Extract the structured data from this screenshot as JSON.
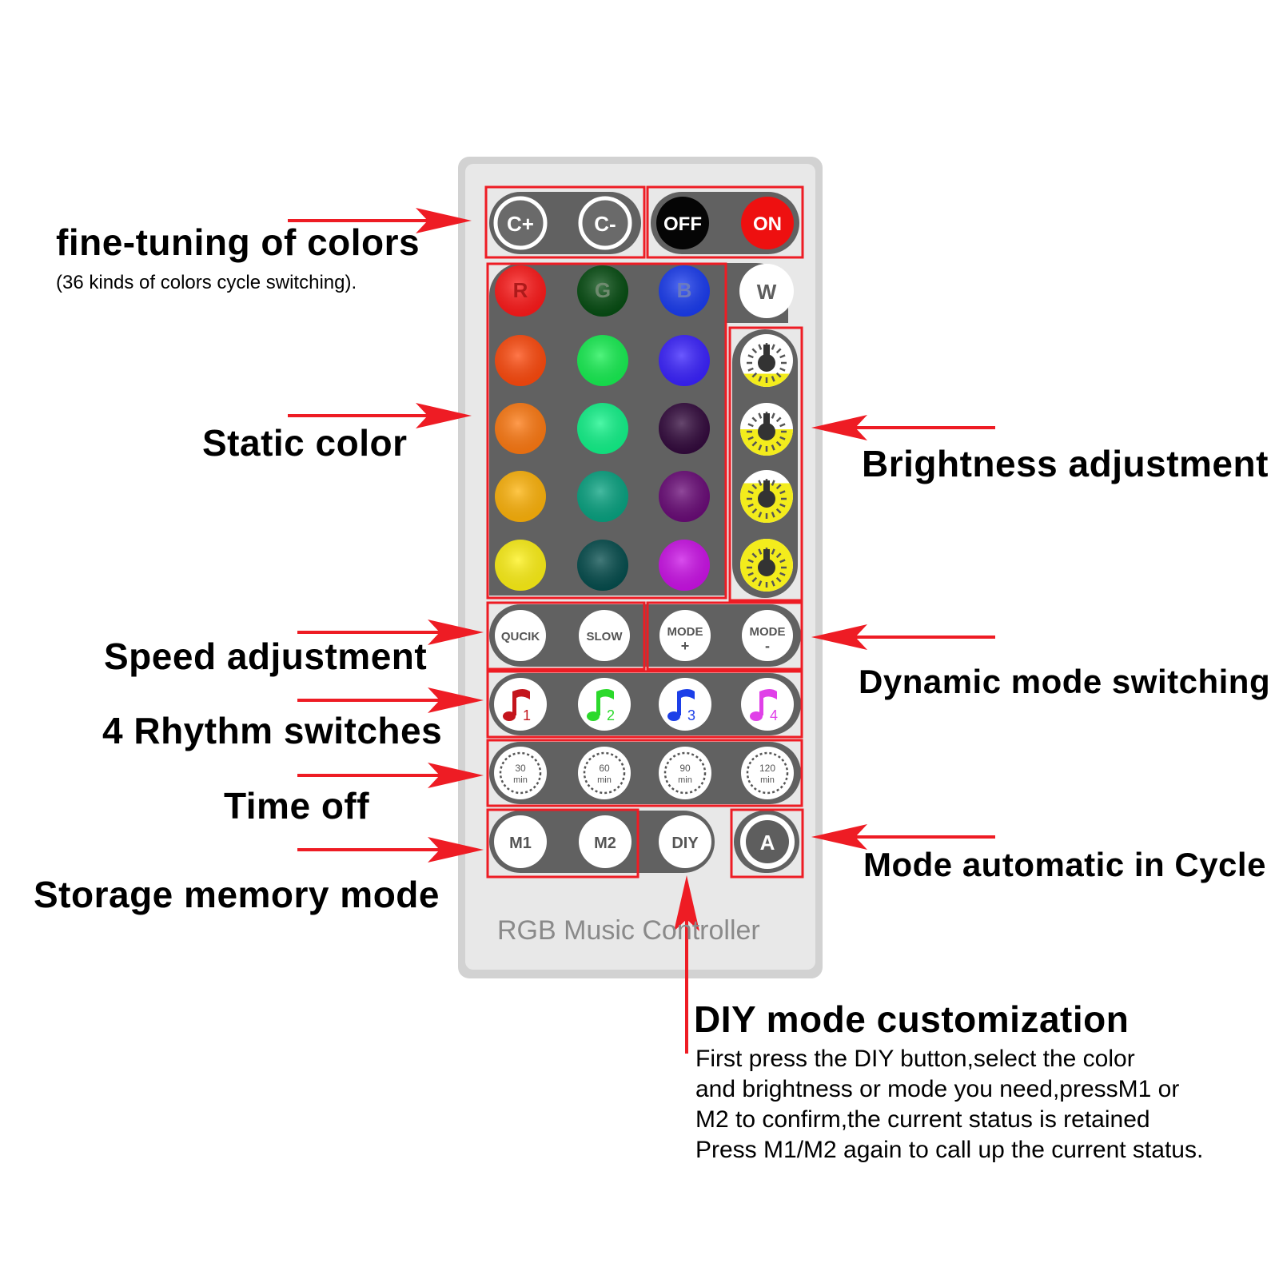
{
  "remote": {
    "brand": "RGB Music Controller",
    "color_plus": "C+",
    "color_minus": "C-",
    "off": "OFF",
    "on": "ON",
    "red": "R",
    "green": "G",
    "blue": "B",
    "white": "W",
    "quick": "QUCIK",
    "slow": "SLOW",
    "mode_plus_top": "MODE",
    "mode_plus_bottom": "+",
    "mode_minus_top": "MODE",
    "mode_minus_bottom": "-",
    "rhythm": [
      "1",
      "2",
      "3",
      "4"
    ],
    "rhythm_colors": [
      "#c4151c",
      "#2bd92b",
      "#1c3fe8",
      "#e040e8"
    ],
    "timers": [
      {
        "value": "30",
        "unit": "min"
      },
      {
        "value": "60",
        "unit": "min"
      },
      {
        "value": "90",
        "unit": "min"
      },
      {
        "value": "120",
        "unit": "min"
      }
    ],
    "m1": "M1",
    "m2": "M2",
    "diy": "DIY",
    "auto": "A",
    "static_colors": [
      [
        "#ff1a1a",
        "#064d12",
        "#1a3cf0"
      ],
      [
        "#ff4a0d",
        "#17f052",
        "#3a22ff"
      ],
      [
        "#ff7a12",
        "#12f58a",
        "#330a3d"
      ],
      [
        "#ffb40a",
        "#08a381",
        "#6a0b78"
      ],
      [
        "#fff215",
        "#054d4d",
        "#cc12e8"
      ]
    ],
    "brightness_levels": [
      0.25,
      0.5,
      0.75,
      1.0
    ]
  },
  "labels": {
    "fine_tuning": "fine-tuning of colors",
    "fine_tuning_note": "(36 kinds of colors cycle switching).",
    "static_color": "Static color",
    "brightness": "Brightness adjustment",
    "speed": "Speed adjustment",
    "dynamic": "Dynamic mode switching",
    "rhythm": "4 Rhythm switches",
    "time_off": "Time off",
    "auto_cycle": "Mode automatic in Cycle",
    "storage": "Storage memory mode",
    "diy_title": "DIY mode customization",
    "diy_lines": [
      "First press the DIY button,select the color",
      "and brightness or mode you need,pressM1 or",
      "M2 to confirm,the current status is retained",
      "Press M1/M2 again to call up the current status."
    ]
  },
  "colors": {
    "highlight": "#ee1c24",
    "panel": "#616161",
    "body": "#e7e7e7",
    "accent_yellow": "#f3ec1c"
  }
}
